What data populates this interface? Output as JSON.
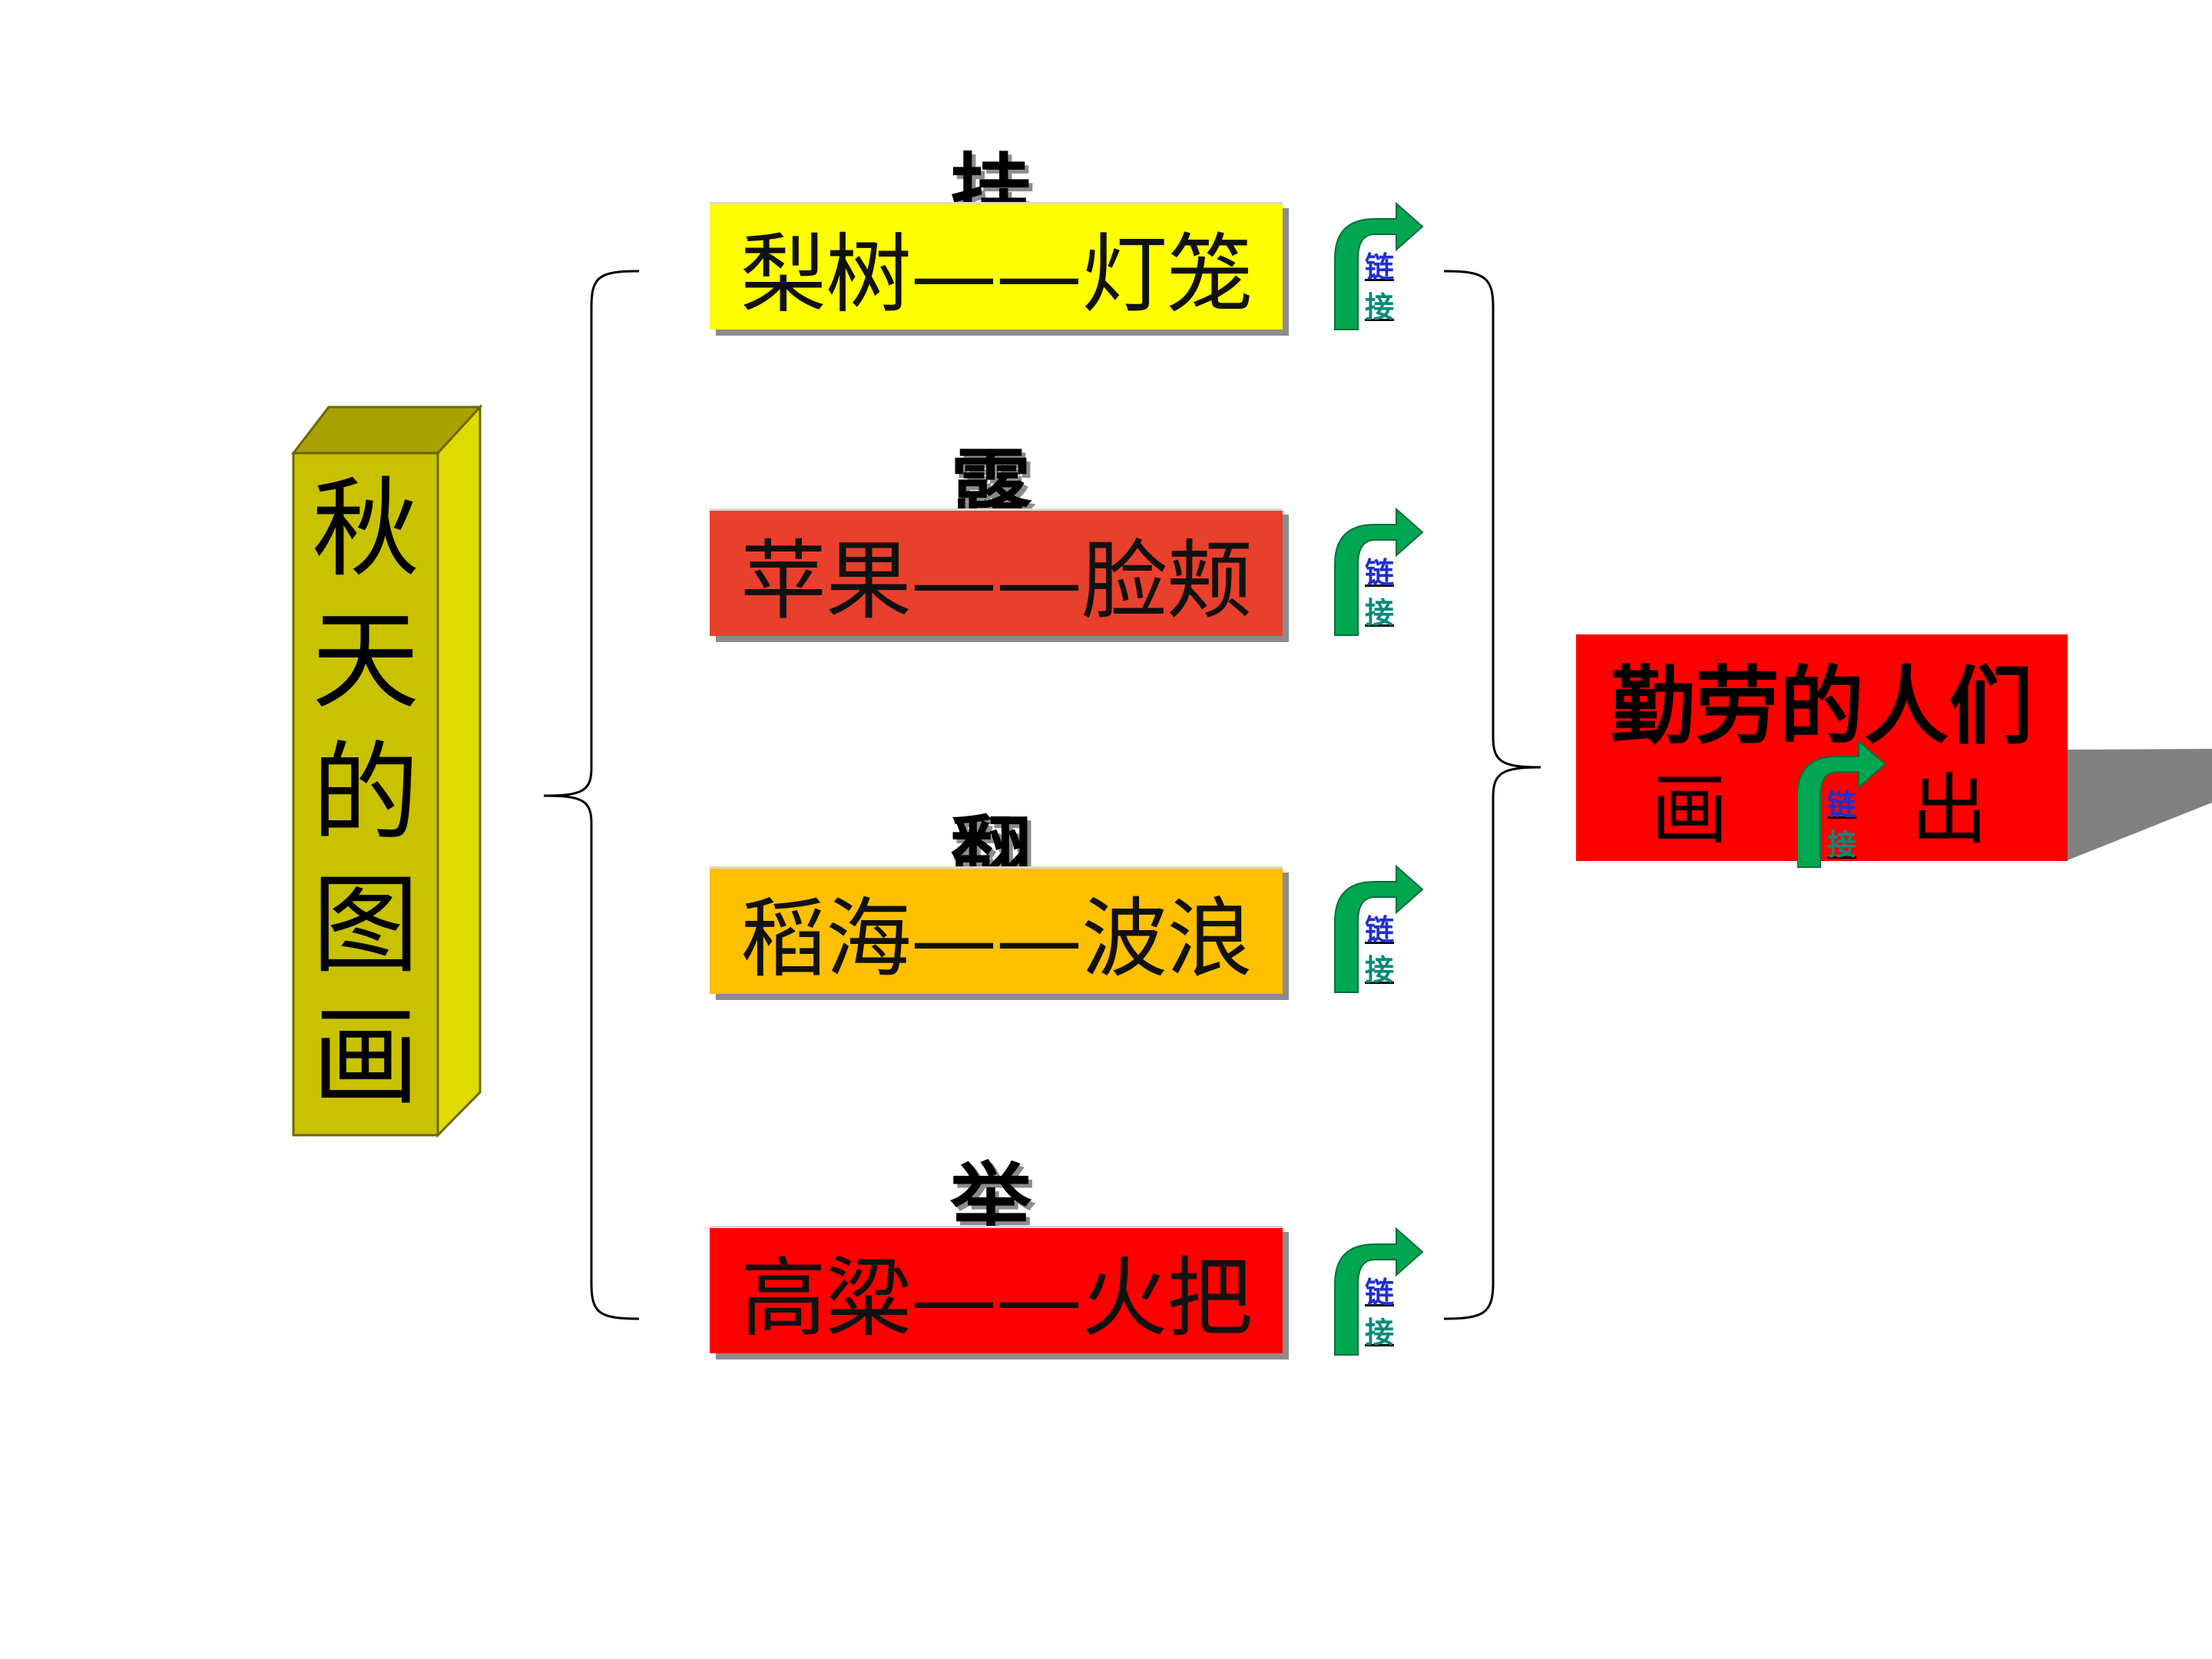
{
  "title": "秋天的图画",
  "items": [
    {
      "verb": "挂",
      "phrase": "梨树——灯笼",
      "color": "#ffff00"
    },
    {
      "verb": "露",
      "phrase": "苹果——脸颊",
      "color": "#e8402c"
    },
    {
      "verb": "翻",
      "phrase": "稻海——波浪",
      "color": "#ffc000"
    },
    {
      "verb": "举",
      "phrase": "高粱——火把",
      "color": "#ff0000"
    }
  ],
  "link": {
    "char1": "链",
    "char2": "接",
    "icon": "curved-arrow-icon"
  },
  "result": {
    "line1": "勤劳的人们",
    "word_left": "画",
    "word_right": "出",
    "color": "#ff0000"
  },
  "colors": {
    "pillar_front": "#c8c200",
    "pillar_side": "#e1da00",
    "pillar_top": "#a8a200",
    "arrow_green": "#00a650",
    "shadow_gray": "#808080"
  }
}
